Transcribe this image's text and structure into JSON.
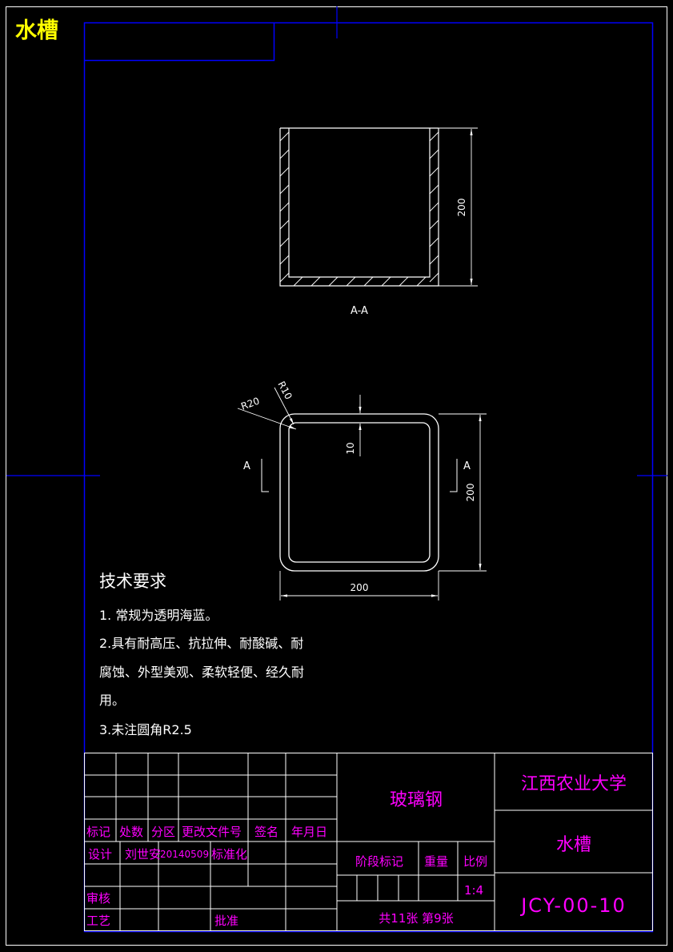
{
  "drawing_title": "水槽",
  "colors": {
    "background": "#000000",
    "frame": "#0000ff",
    "geometry": "#ffffff",
    "title_block_text": "#ff00ff",
    "title_label": "#ffff00"
  },
  "section_view": {
    "label": "A-A",
    "height_dim": "200"
  },
  "plan_view": {
    "radius_outer": "R20",
    "radius_inner": "R10",
    "wall_dim": "10",
    "height_dim": "200",
    "width_dim": "200",
    "cut_label_left": "A",
    "cut_label_right": "A"
  },
  "tech_requirements": {
    "heading": "技术要求",
    "line1": "1. 常规为透明海蓝。",
    "line2": "2.具有耐高压、抗拉伸、耐酸碱、耐",
    "line3": "腐蚀、外型美观、柔软轻便、经久耐",
    "line4": "用。",
    "line5": "3.未注圆角R2.5"
  },
  "title_block": {
    "material": "玻璃钢",
    "school": "江西农业大学",
    "part_name": "水槽",
    "drawing_no": "JCY-00-10",
    "header_mark": "标记",
    "header_count": "处数",
    "header_zone": "分区",
    "header_doc": "更改文件号",
    "header_sign": "签名",
    "header_date": "年月日",
    "design_label": "设计",
    "designer": "刘世安",
    "design_date": "20140509",
    "standardize_label": "标准化",
    "review_label": "审核",
    "process_label": "工艺",
    "approve_label": "批准",
    "stage_label": "阶段标记",
    "weight_label": "重量",
    "scale_label": "比例",
    "scale_value": "1:4",
    "sheets": "共11张  第9张"
  }
}
